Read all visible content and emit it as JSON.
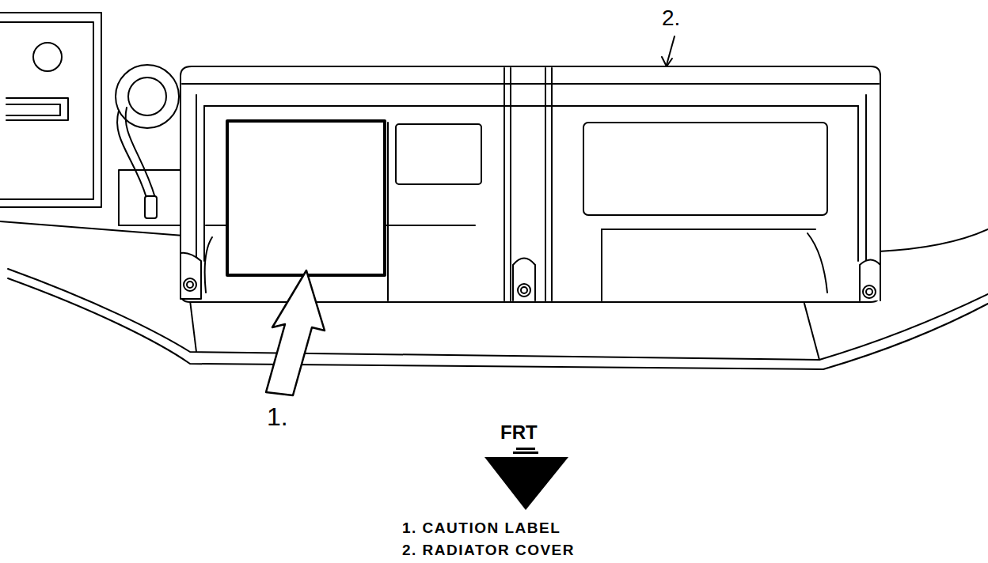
{
  "diagram": {
    "labels": [
      "2.",
      "1.",
      "FRT",
      "1. CAUTION LABEL",
      "2. RADIATOR COVER"
    ]
  }
}
